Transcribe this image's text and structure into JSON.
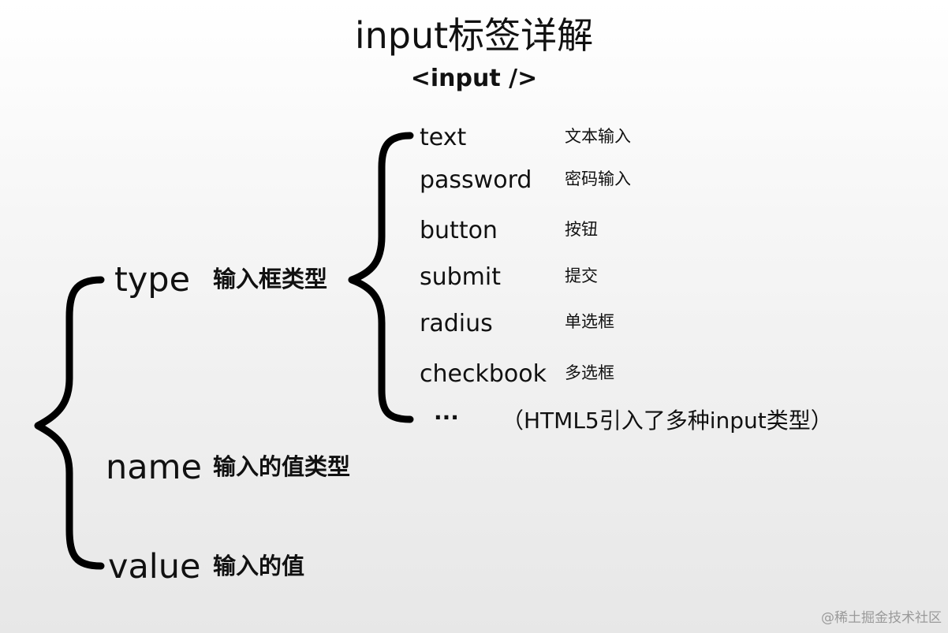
{
  "title": "input标签详解",
  "subtitle": "<input />",
  "attributes": [
    {
      "name": "type",
      "desc": "输入框类型"
    },
    {
      "name": "name",
      "desc": "输入的值类型"
    },
    {
      "name": "value",
      "desc": "输入的值"
    }
  ],
  "type_options": [
    {
      "name": "text",
      "desc": "文本输入"
    },
    {
      "name": "password",
      "desc": "密码输入"
    },
    {
      "name": "button",
      "desc": "按钮"
    },
    {
      "name": "submit",
      "desc": "提交"
    },
    {
      "name": "radius",
      "desc": "单选框"
    },
    {
      "name": "checkbook",
      "desc": "多选框"
    }
  ],
  "more": {
    "ellipsis": "···",
    "note": "（HTML5引入了多种input类型）"
  },
  "watermark": "@稀土掘金技术社区"
}
